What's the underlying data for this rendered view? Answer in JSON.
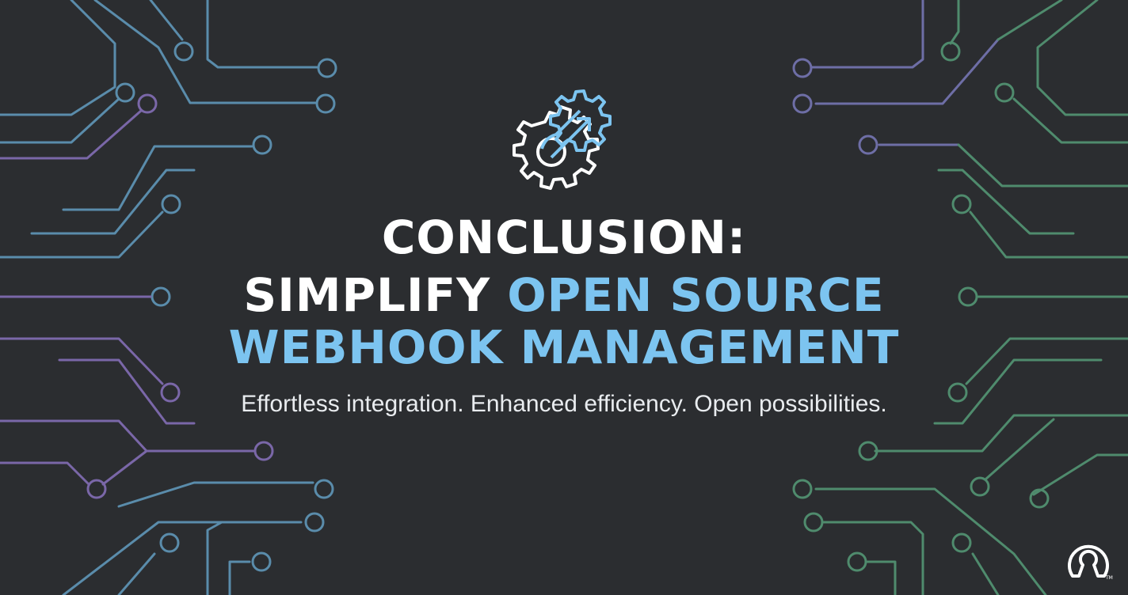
{
  "slide": {
    "title_line1": "CONCLUSION:",
    "title_line2_white": "SIMPLIFY",
    "title_line2_accent": "OPEN SOURCE",
    "title_line3_accent": "WEBHOOK MANAGEMENT",
    "subtitle": "Effortless integration. Enhanced efficiency. Open possibilities.",
    "trademark": "TM"
  },
  "icons": {
    "gear": "gear-arrow-icon",
    "logo": "open-source-logo-icon"
  },
  "colors": {
    "background": "#2b2d30",
    "accent": "#7cc4f0",
    "title": "#ffffff",
    "circuit_left_blue": "#5b8fb0",
    "circuit_left_purple": "#7a66a8",
    "circuit_right_green": "#4e8a6c",
    "circuit_right_purple": "#6f6fa8"
  }
}
